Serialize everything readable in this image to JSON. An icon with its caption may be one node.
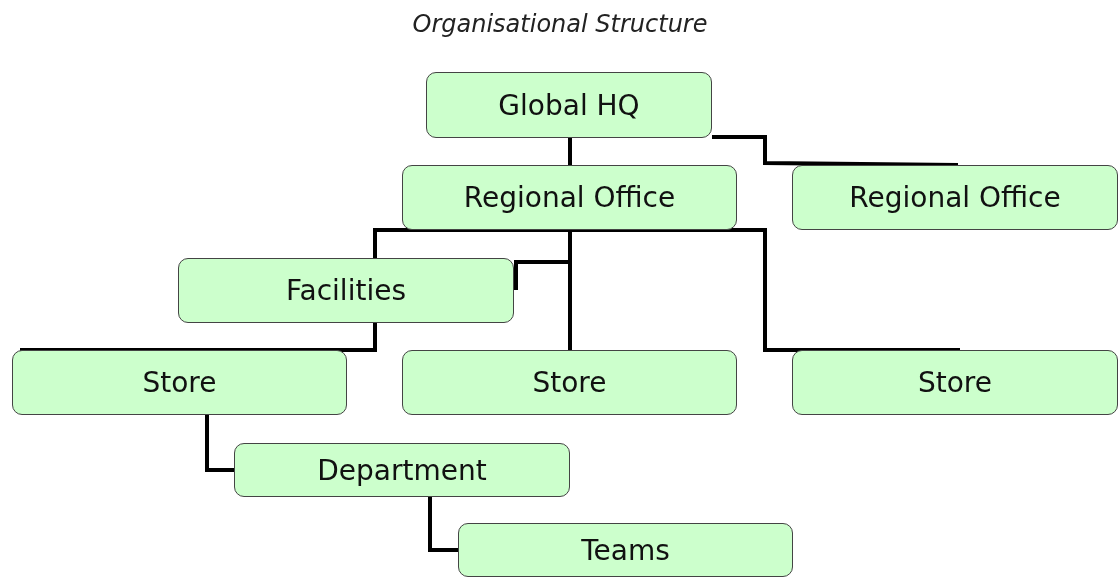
{
  "diagram": {
    "title": "Organisational Structure",
    "nodes": [
      {
        "text": [
          "Global HQ"
        ]
      },
      {
        "text": [
          "Regional Office"
        ]
      },
      {
        "text": [
          "Regional Office"
        ]
      },
      {
        "text": [
          "Facilities"
        ]
      },
      {
        "text": [
          "Store"
        ]
      },
      {
        "text": [
          "Store"
        ]
      },
      {
        "text": [
          "Store"
        ]
      },
      {
        "text": [
          "Department"
        ]
      },
      {
        "text": [
          "Teams"
        ]
      }
    ],
    "edges": [
      {
        "from": 0,
        "to": 1,
        "arrow": "none"
      },
      {
        "from": 0,
        "to": 2,
        "arrow": "none"
      },
      {
        "from": 1,
        "to": 3,
        "arrow": "none"
      },
      {
        "from": 1,
        "to": 3,
        "arrow": "none"
      },
      {
        "from": 1,
        "to": 5,
        "arrow": "none"
      },
      {
        "from": 1,
        "to": 6,
        "arrow": "none"
      },
      {
        "from": 3,
        "to": 4,
        "arrow": "none"
      },
      {
        "from": 4,
        "to": 7,
        "arrow": "none"
      },
      {
        "from": 7,
        "to": 8,
        "arrow": "none"
      }
    ]
  }
}
